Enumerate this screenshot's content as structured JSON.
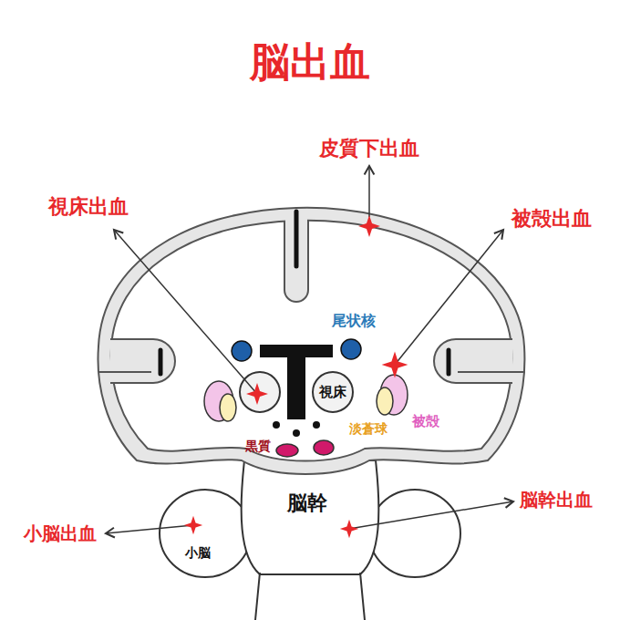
{
  "diagram": {
    "title": "脳出血",
    "labels": [
      "皮質下出血",
      "視床出血",
      "被殻出血",
      "尾状核",
      "視床",
      "淡蒼球",
      "被殻",
      "黒質",
      "脳幹",
      "脳幹出血",
      "小脳出血",
      "小脳"
    ]
  }
}
